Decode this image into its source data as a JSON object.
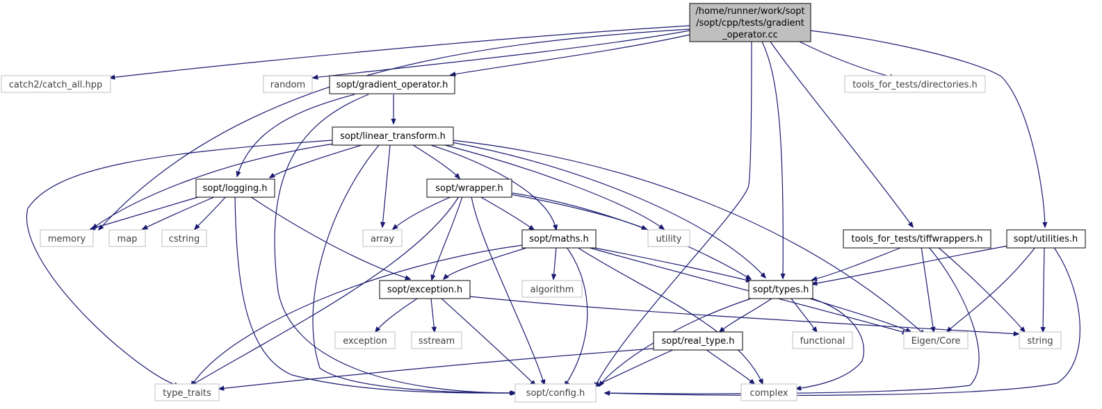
{
  "root": {
    "lines": [
      "/home/runner/work/sopt",
      "/sopt/cpp/tests/gradient",
      "_operator.cc"
    ]
  },
  "nodes": {
    "catch_all": "catch2/catch_all.hpp",
    "random": "random",
    "gradient_operator": "sopt/gradient_operator.h",
    "directories": "tools_for_tests/directories.h",
    "linear_transform": "sopt/linear_transform.h",
    "logging": "sopt/logging.h",
    "wrapper": "sopt/wrapper.h",
    "memory": "memory",
    "map": "map",
    "cstring": "cstring",
    "array": "array",
    "maths": "sopt/maths.h",
    "utility": "utility",
    "tiffwrappers": "tools_for_tests/tiffwrappers.h",
    "utilities": "sopt/utilities.h",
    "algorithm": "algorithm",
    "exception_h": "sopt/exception.h",
    "types": "sopt/types.h",
    "exception": "exception",
    "sstream": "sstream",
    "functional": "functional",
    "eigen_core": "Eigen/Core",
    "string": "string",
    "real_type": "sopt/real_type.h",
    "type_traits": "type_traits",
    "config": "sopt/config.h",
    "complex": "complex"
  },
  "colors": {
    "edge": "#191970",
    "root_fill": "#bfbfbf",
    "node_border": "#000000",
    "external_border": "#bfbfbf",
    "text": "#000000",
    "external_text": "#404040"
  }
}
